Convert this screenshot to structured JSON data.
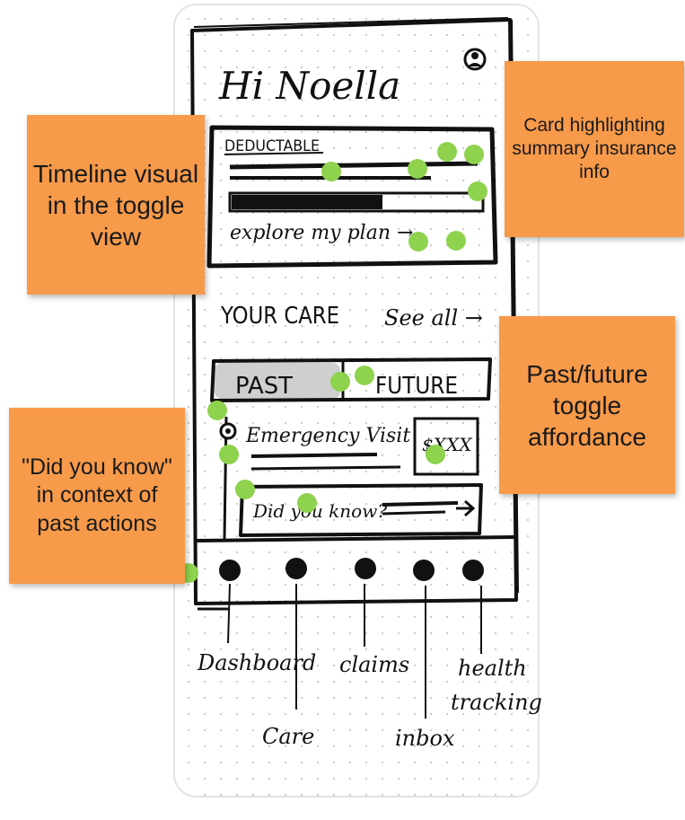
{
  "sketch": {
    "greeting": "Hi Noella",
    "card": {
      "title": "DEDUCTABLE",
      "link": "explore my plan →"
    },
    "care_section": {
      "title": "YOUR CARE",
      "see_all": "See all →"
    },
    "toggle": {
      "past": "PAST",
      "future": "FUTURE"
    },
    "timeline_item": {
      "title": "Emergency Visit",
      "amount": "$XXX"
    },
    "did_you_know": "Did you know?",
    "nav_labels": {
      "dashboard": "Dashboard",
      "care": "Care",
      "claims": "claims",
      "inbox": "inbox",
      "health_tracking_line1": "health",
      "health_tracking_line2": "tracking"
    }
  },
  "notes": {
    "card_summary": "Card highlighting summary insurance info",
    "timeline_visual": "Timeline visual in the toggle view",
    "toggle_affordance": "Past/future toggle affordance",
    "did_you_know_context": "\"Did you know\" in context of past actions"
  },
  "colors": {
    "sticky_note": "#f79a4a",
    "dot": "#8ed24e",
    "ink": "#111111"
  }
}
